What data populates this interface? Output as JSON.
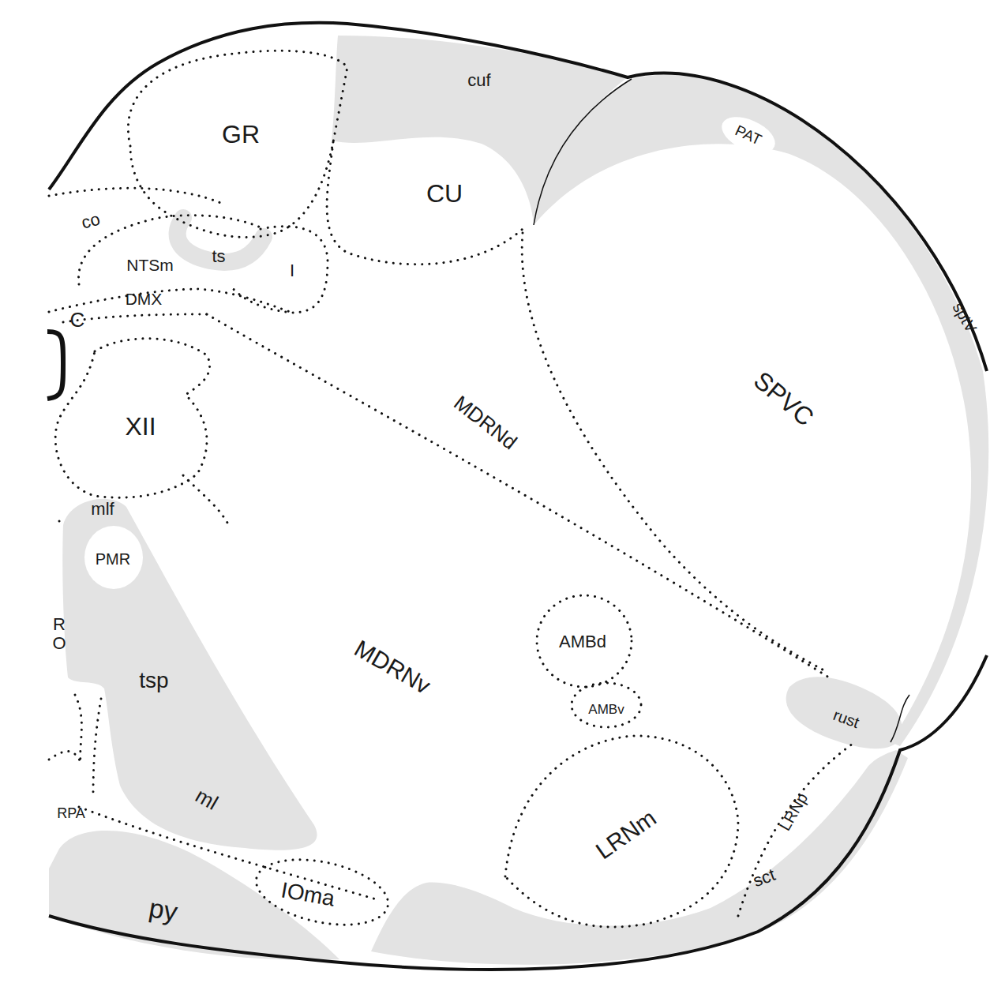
{
  "diagram": {
    "labels": [
      "cuf",
      "GR",
      "CU",
      "PAT",
      "sptV",
      "SPVC",
      "co",
      "NTSm",
      "ts",
      "I",
      "DMX",
      "C",
      "XII",
      "MDRNd",
      "mlf",
      "PMR",
      "RO",
      "AMBd",
      "MDRNv",
      "tsp",
      "AMBv",
      "rust",
      "ml",
      "LRNm",
      "LRNp",
      "RPA",
      "sct",
      "py",
      "IOma"
    ]
  }
}
